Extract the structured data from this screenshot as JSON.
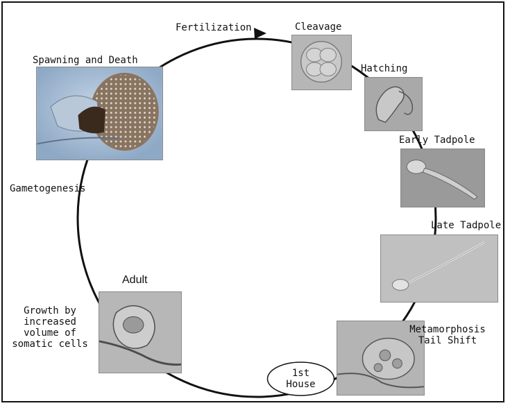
{
  "stages": {
    "fertilization": "Fertilization",
    "cleavage": "Cleavage",
    "hatching": "Hatching",
    "early_tadpole": "Early Tadpole",
    "late_tadpole": "Late Tadpole",
    "metamorphosis": "Metamorphosis\nTail Shift",
    "first_house": "1st\nHouse",
    "adult": "Adult",
    "growth": "Growth by\nincreased\nvolume of\nsomatic cells",
    "gametogenesis": "Gametogenesis",
    "spawning": "Spawning and Death"
  },
  "colors": {
    "cycle_line": "#111111",
    "frame": "#111111",
    "photo_gray": "#bdbdbd",
    "spawning_blue": "#a9c2dc"
  }
}
